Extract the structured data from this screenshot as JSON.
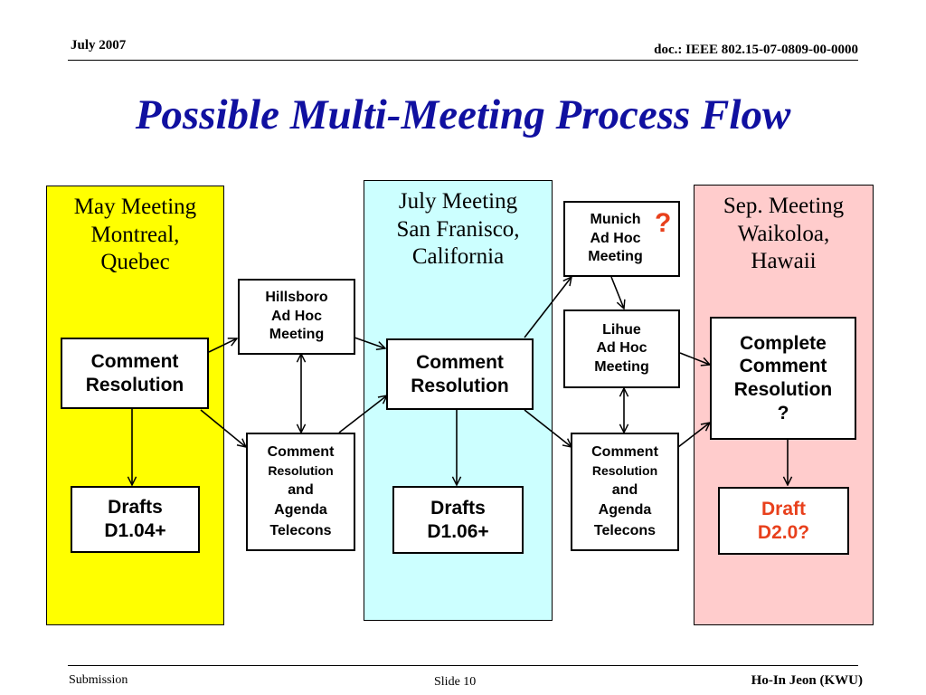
{
  "header": {
    "date": "July 2007",
    "doc_id": "doc.: IEEE 802.15-07-0809-00-0000"
  },
  "title": "Possible Multi-Meeting Process Flow",
  "meetings": {
    "may": {
      "lines": [
        "May Meeting",
        "Montreal,",
        "Quebec"
      ]
    },
    "july": {
      "lines": [
        "July Meeting",
        "San Franisco,",
        "California"
      ]
    },
    "sep": {
      "lines": [
        "Sep. Meeting",
        "Waikoloa,",
        "Hawaii"
      ]
    }
  },
  "boxes": {
    "may_resolution": {
      "lines": [
        "Comment",
        "Resolution"
      ]
    },
    "may_drafts": {
      "lines": [
        "Drafts",
        "D1.04+"
      ]
    },
    "hillsboro": {
      "lines": [
        "Hillsboro",
        "Ad Hoc",
        "Meeting"
      ]
    },
    "telecons_1": {
      "lines": [
        "Comment",
        "Resolution",
        "and",
        "Agenda",
        "Telecons"
      ]
    },
    "july_resolution": {
      "lines": [
        "Comment",
        "Resolution"
      ]
    },
    "july_drafts": {
      "lines": [
        "Drafts",
        "D1.06+"
      ]
    },
    "munich": {
      "lines": [
        "Munich",
        "Ad Hoc",
        "Meeting"
      ]
    },
    "munich_question": "?",
    "lihue": {
      "lines": [
        "Lihue",
        "Ad Hoc",
        "Meeting"
      ]
    },
    "telecons_2": {
      "lines": [
        "Comment",
        "Resolution",
        "and",
        "Agenda",
        "Telecons"
      ]
    },
    "sep_resolution": {
      "lines": [
        "Complete",
        "Comment",
        "Resolution",
        "?"
      ]
    },
    "sep_draft": {
      "lines": [
        "Draft",
        "D2.0?"
      ]
    }
  },
  "colors": {
    "title": "#1010a0",
    "may_bg": "#ffff00",
    "july_bg": "#ccffff",
    "sep_bg": "#ffcccc",
    "accent_red": "#e8401c"
  },
  "footer": {
    "left": "Submission",
    "slide": "Slide 10",
    "author": "Ho-In Jeon (KWU)"
  }
}
